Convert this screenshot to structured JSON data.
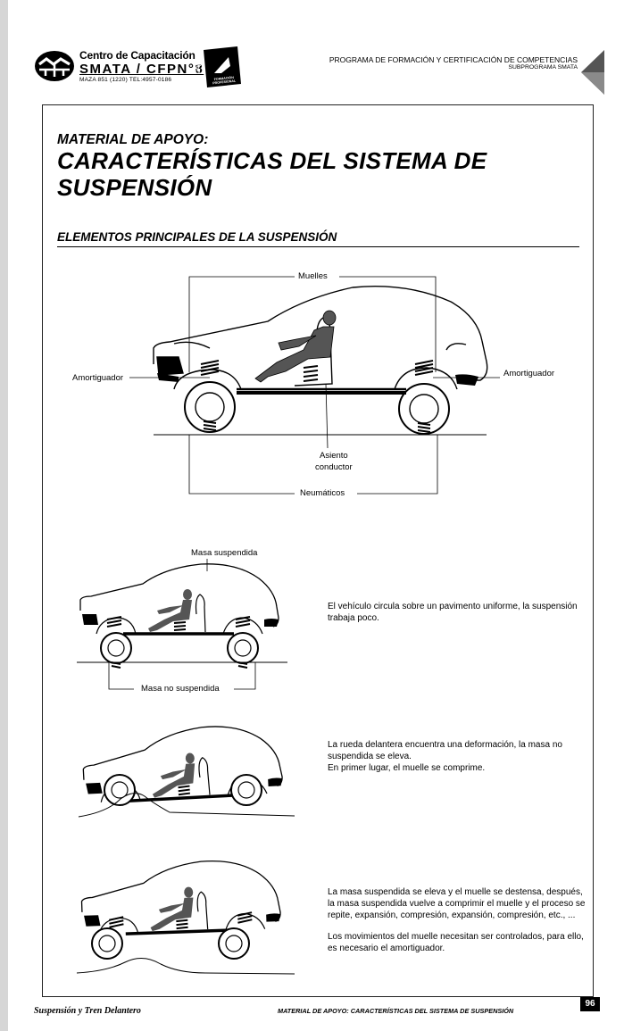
{
  "header": {
    "org_name": "Centro de Capacitación",
    "org_code": "SMATA / CFPN°8",
    "org_address": "MAZA 851 (1220)  TEL:4957-0186",
    "badge_text": "CFPN°8",
    "badge_subtext": "FORMACIÓN PROFESIONAL",
    "program": "PROGRAMA DE FORMACIÓN Y CERTIFICACIÓN DE COMPETENCIAS",
    "subprogram": "SUBPROGRAMA SMATA"
  },
  "content": {
    "kicker": "MATERIAL DE APOYO:",
    "title_line1": "CARACTERÍSTICAS DEL SISTEMA DE",
    "title_line2": "SUSPENSIÓN",
    "section_title": "ELEMENTOS PRINCIPALES DE LA SUSPENSIÓN"
  },
  "main_diagram": {
    "label_muelles": "Muelles",
    "label_amort_left": "Amortiguador",
    "label_amort_right": "Amortiguador",
    "label_asiento_1": "Asiento",
    "label_asiento_2": "conductor",
    "label_neumaticos": "Neumáticos"
  },
  "steps": [
    {
      "label_top": "Masa suspendida",
      "label_bottom": "Masa no suspendida",
      "text": "El vehículo circula sobre un pavimento uniforme, la suspensión trabaja poco."
    },
    {
      "text_line1": "La rueda delantera encuentra una deformación, la masa no suspendida se eleva.",
      "text_line2": "En primer lugar, el muelle se comprime."
    },
    {
      "text_para1": "La masa suspendida se eleva y el muelle se destensa, después, la masa suspendida vuelve a comprimir el muelle y el proceso se repite, expansión, compresión, expansión, compresión, etc., ...",
      "text_para2": "Los movimientos del muelle necesitan ser controlados, para ello, es necesario el amortiguador."
    }
  ],
  "footer": {
    "left": "Suspensión y Tren Delantero",
    "right": "MATERIAL DE APOYO: CARACTERÍSTICAS DEL SISTEMA DE SUSPENSIÓN",
    "page": "96"
  }
}
